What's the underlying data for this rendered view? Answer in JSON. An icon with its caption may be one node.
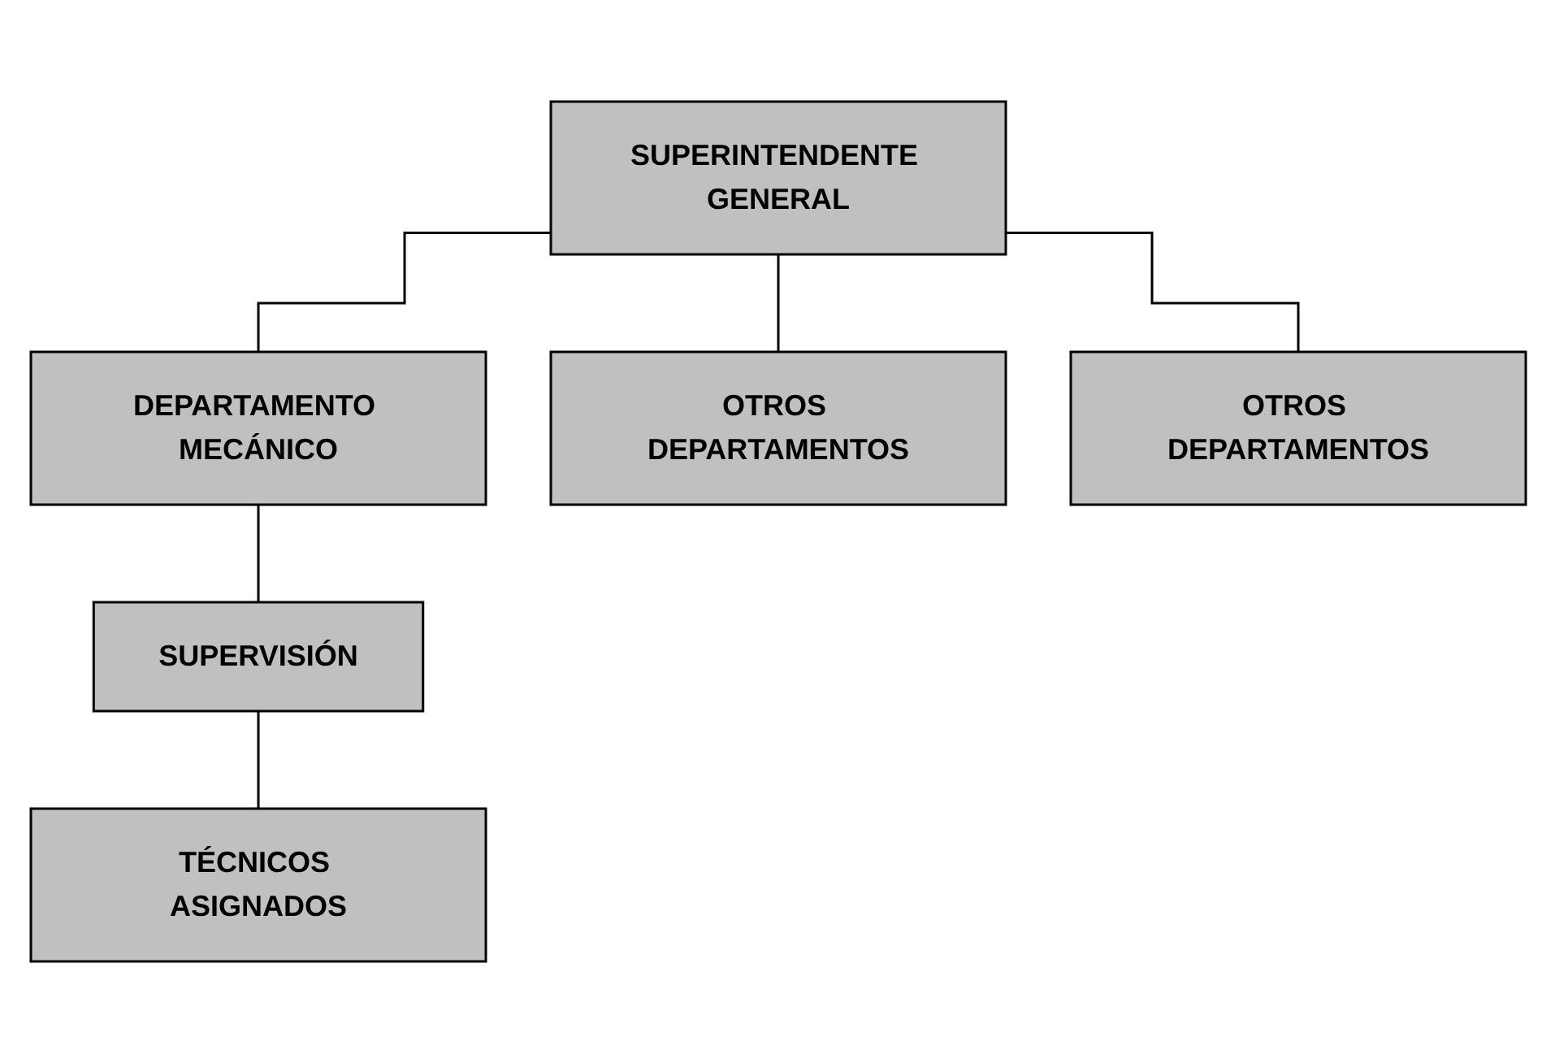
{
  "diagram": {
    "nodes": [
      {
        "text": [
          "SUPERINTENDENTE GENERAL"
        ]
      },
      {
        "text": [
          "DEPARTAMENTO MECÁNICO"
        ]
      },
      {
        "text": [
          "OTROS DEPARTAMENTOS"
        ]
      },
      {
        "text": [
          "OTROS DEPARTAMENTOS"
        ]
      },
      {
        "text": [
          "SUPERVISIÓN"
        ]
      },
      {
        "text": [
          "TÉCNICOS ASIGNADOS"
        ]
      }
    ],
    "edges": [
      {
        "from": 0,
        "to": 1,
        "arrow": "none"
      },
      {
        "from": 0,
        "to": 2,
        "arrow": "none"
      },
      {
        "from": 0,
        "to": 3,
        "arrow": "none"
      },
      {
        "from": 1,
        "to": 4,
        "arrow": "none"
      },
      {
        "from": 4,
        "to": 5,
        "arrow": "none"
      }
    ]
  }
}
